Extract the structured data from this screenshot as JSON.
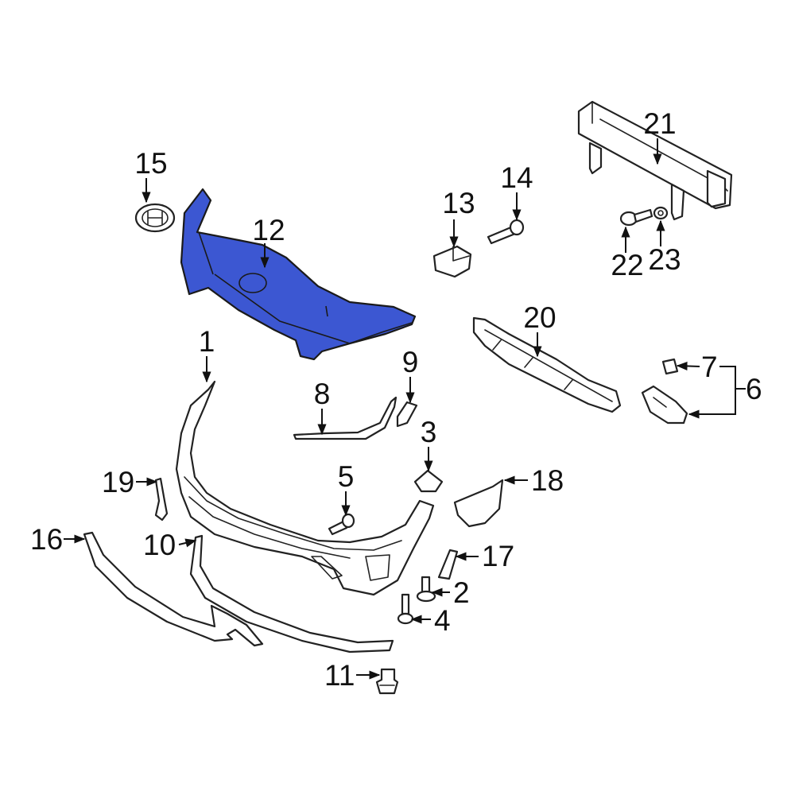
{
  "diagram": {
    "highlight_color": "#3c57d2",
    "highlighted_part": "12",
    "callouts": {
      "p1": "1",
      "p2": "2",
      "p3": "3",
      "p4": "4",
      "p5": "5",
      "p6": "6",
      "p7": "7",
      "p8": "8",
      "p9": "9",
      "p10": "10",
      "p11": "11",
      "p12": "12",
      "p13": "13",
      "p14": "14",
      "p15": "15",
      "p16": "16",
      "p17": "17",
      "p18": "18",
      "p19": "19",
      "p20": "20",
      "p21": "21",
      "p22": "22",
      "p23": "23"
    }
  }
}
